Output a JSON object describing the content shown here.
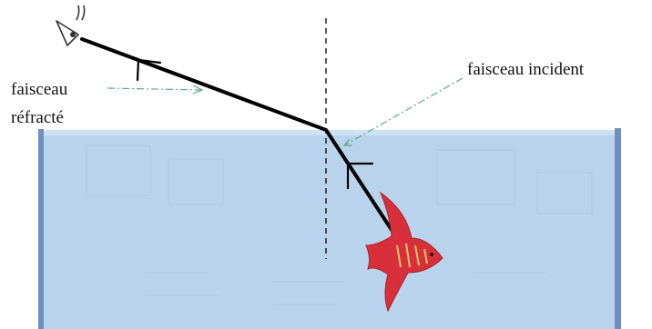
{
  "labels": {
    "refracted_line1": "faisceau",
    "refracted_line2": "réfracté",
    "incident": "faisceau incident"
  },
  "colors": {
    "water": "#b9d3ec",
    "water_edge": "#9fbfe0",
    "tank_wall": "#6f8fbf",
    "ray": "#000000",
    "pointer": "#5fa890",
    "fish_body": "#d8303a",
    "fish_stripe": "#f6c46a"
  },
  "icons": [
    "eye-icon",
    "fish-icon",
    "arrow-icon"
  ]
}
